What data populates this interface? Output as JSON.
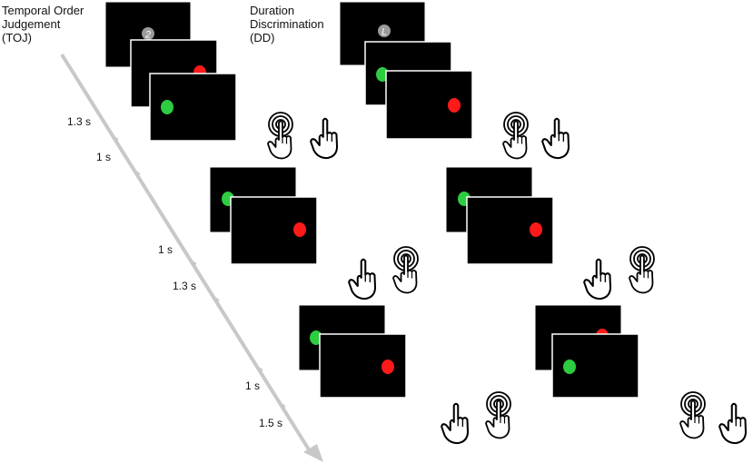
{
  "titles": {
    "toj": [
      "Temporal Order",
      "Judgement",
      "(TOJ)"
    ],
    "dd": [
      "Duration",
      "Discrimination",
      "(DD)"
    ]
  },
  "timeline": {
    "labels": [
      "1.3 s",
      "1 s",
      "1 s",
      "1.3 s",
      "1 s",
      "1.5 s"
    ]
  },
  "cues": {
    "toj_digit": "2",
    "dd_letter": "L"
  },
  "colors": {
    "screen": "#000000",
    "screen_border": "#ffffff",
    "dot_green": "#2ecc40",
    "dot_red": "#ff1a1a",
    "cue_circle": "#9a9a9a",
    "arrow": "#c8c8c8",
    "hand_outline": "#000000"
  },
  "icons": {
    "press": "hand-pressing-icon",
    "idle": "hand-pointing-icon"
  }
}
